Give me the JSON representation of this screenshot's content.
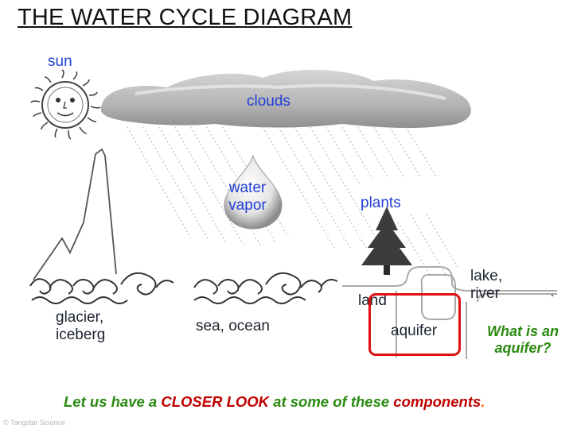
{
  "title": "THE WATER CYCLE DIAGRAM",
  "labels": {
    "sun": "sun",
    "clouds": "clouds",
    "water_vapor_line1": "water",
    "water_vapor_line2": "vapor",
    "plants": "plants",
    "glacier_line1": "glacier,",
    "glacier_line2": "iceberg",
    "sea": "sea, ocean",
    "land": "land",
    "lake_line1": "lake,",
    "lake_line2": "river",
    "aquifer": "aquifer"
  },
  "question": {
    "line1": "What is an",
    "line2": "aquifer?"
  },
  "footer": {
    "part1": "Let us have a ",
    "part2": "CLOSER LOOK",
    "part3": " at some of these ",
    "part4": "components",
    "part5": "."
  },
  "copyright": "© Tangstar Science",
  "colors": {
    "label_blue": "#1f3fd6",
    "highlight_red": "#e20f10",
    "footer_green": "#2a8a10",
    "footer_red": "#c00000"
  }
}
